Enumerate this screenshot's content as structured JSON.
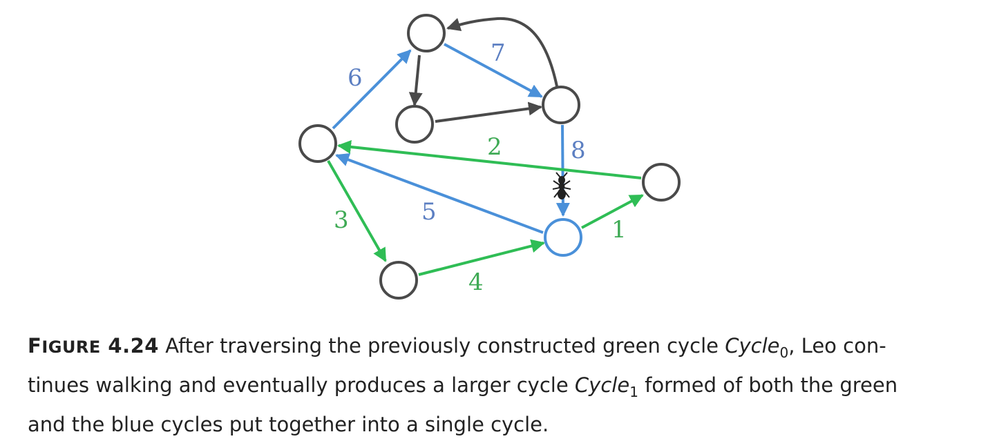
{
  "graph": {
    "colors": {
      "gray": "#4a4a4a",
      "blue": "#4a90d9",
      "green": "#2fbd55",
      "label_blue": "#5c7fc2",
      "label_green": "#3faa55"
    },
    "nodes": [
      {
        "id": "top"
      },
      {
        "id": "mid"
      },
      {
        "id": "right-upper"
      },
      {
        "id": "left"
      },
      {
        "id": "far-right"
      },
      {
        "id": "center-bottom",
        "highlighted": true
      },
      {
        "id": "bottom-left"
      }
    ],
    "edges": [
      {
        "from": "top",
        "to": "mid",
        "color": "gray",
        "label": ""
      },
      {
        "from": "mid",
        "to": "right-upper",
        "color": "gray",
        "label": ""
      },
      {
        "from": "right-upper",
        "to": "top",
        "color": "gray",
        "label": "",
        "curved": true
      },
      {
        "from": "top",
        "to": "right-upper",
        "color": "blue",
        "label": "7"
      },
      {
        "from": "left",
        "to": "top",
        "color": "blue",
        "label": "6"
      },
      {
        "from": "right-upper",
        "to": "center-bottom",
        "color": "blue",
        "label": "8"
      },
      {
        "from": "center-bottom",
        "to": "left",
        "color": "blue",
        "label": "5"
      },
      {
        "from": "center-bottom",
        "to": "far-right",
        "color": "green",
        "label": "1"
      },
      {
        "from": "far-right",
        "to": "left",
        "color": "green",
        "label": "2"
      },
      {
        "from": "left",
        "to": "bottom-left",
        "color": "green",
        "label": "3"
      },
      {
        "from": "bottom-left",
        "to": "center-bottom",
        "color": "green",
        "label": "4"
      }
    ]
  },
  "caption": {
    "label_first": "F",
    "label_rest": "IGURE",
    "label_number": "4.24",
    "line1_text": "After traversing the previously constructed green cycle",
    "cycle0_word": "Cycle",
    "cycle0_sub": "0",
    "line1_tail": ", Leo con-",
    "line2_text": "tinues walking and eventually produces a larger cycle",
    "cycle1_word": "Cycle",
    "cycle1_sub": "1",
    "line2_tail": "formed of both the green",
    "line3_text": "and the blue cycles put together into a single cycle."
  }
}
